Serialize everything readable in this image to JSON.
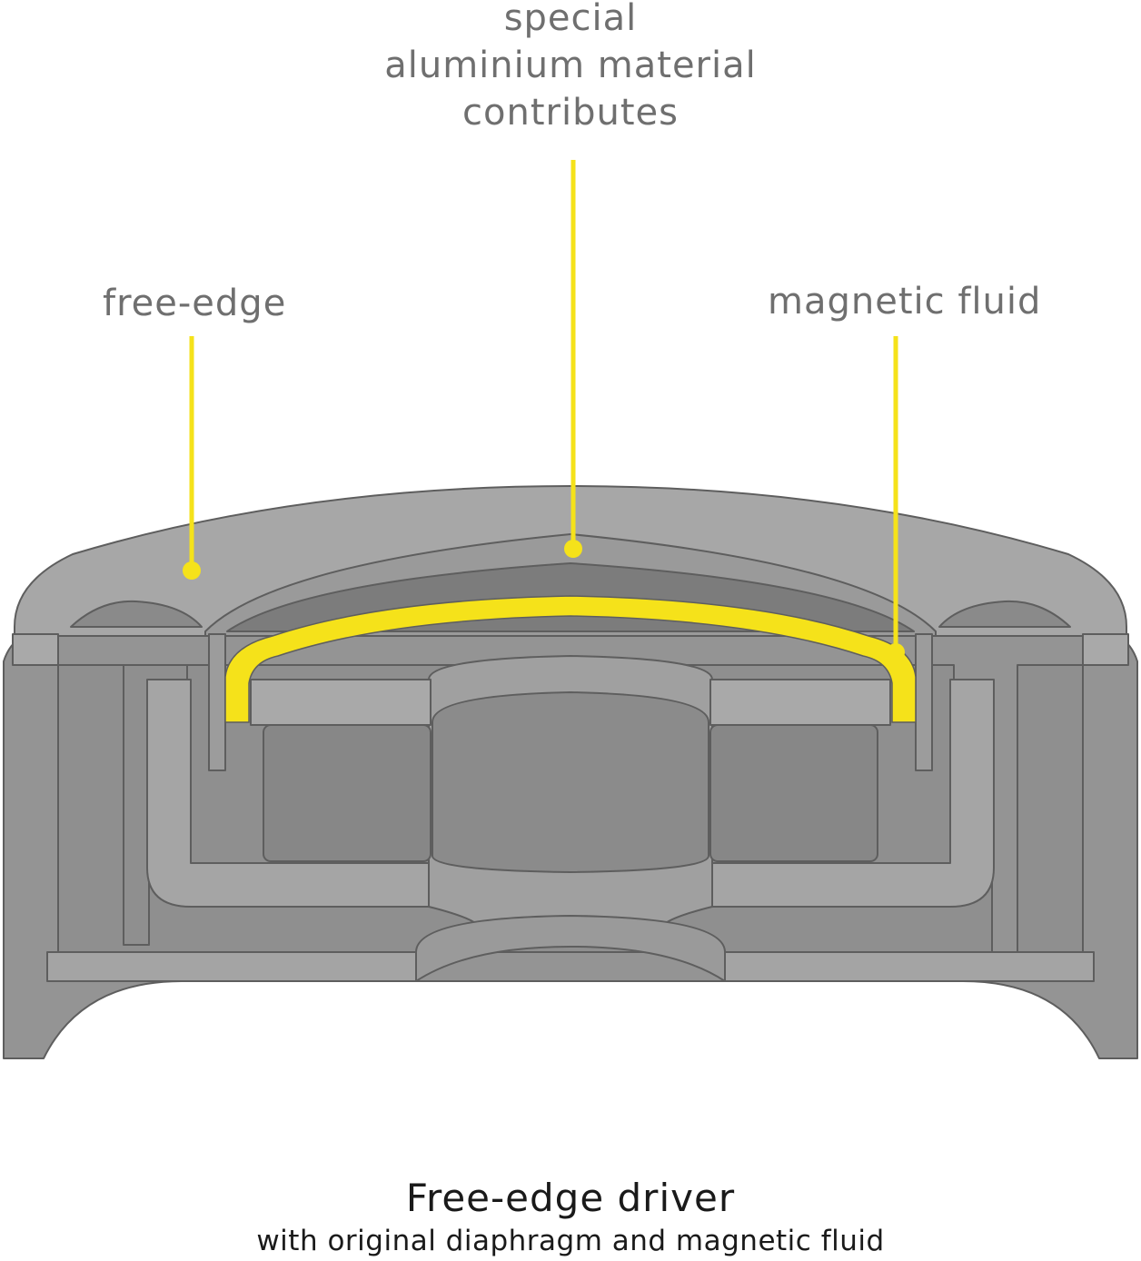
{
  "labels": {
    "top_line1": "special",
    "top_line2": "aluminium material",
    "top_line3": "contributes",
    "left": "free-edge",
    "right": "magnetic fluid"
  },
  "caption": {
    "title": "Free-edge driver",
    "subtitle": "with original diaphragm and magnetic fluid"
  },
  "colors": {
    "accent": "#f5e21a",
    "body_light": "#a3a3a3",
    "body_mid": "#8e8e8e",
    "body_dark": "#7a7a7a",
    "outline": "#5e5e5e"
  }
}
